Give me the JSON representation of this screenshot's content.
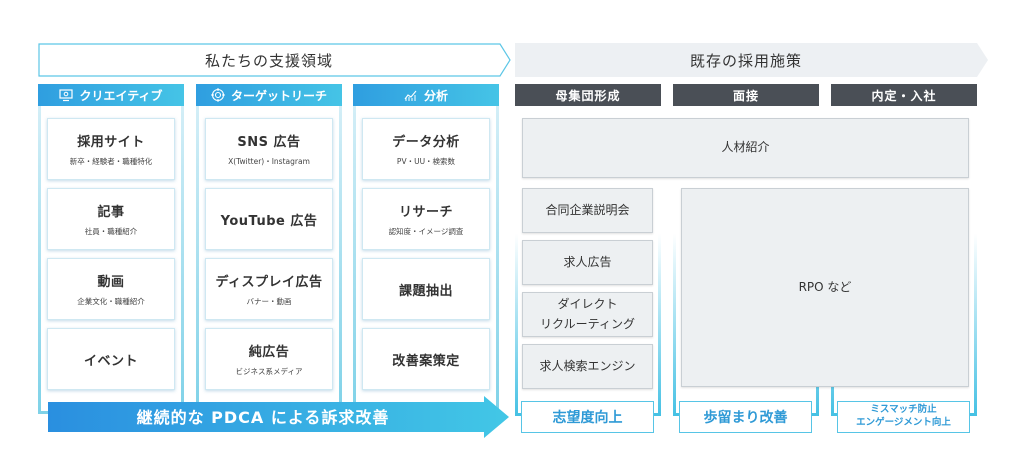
{
  "banners": {
    "left_title": "私たちの支援領域",
    "right_title": "既存の採用施策"
  },
  "columns": [
    {
      "label": "クリエイティブ",
      "icon": "monitor-icon",
      "cards": [
        {
          "title": "採用サイト",
          "sub": "新卒・経験者・職種特化"
        },
        {
          "title": "記事",
          "sub": "社員・職種紹介"
        },
        {
          "title": "動画",
          "sub": "企業文化・職種紹介"
        },
        {
          "title": "イベント",
          "sub": ""
        }
      ]
    },
    {
      "label": "ターゲットリーチ",
      "icon": "target-icon",
      "cards": [
        {
          "title": "SNS 広告",
          "sub": "X(Twitter)・Instagram"
        },
        {
          "title": "YouTube 広告",
          "sub": ""
        },
        {
          "title": "ディスプレイ広告",
          "sub": "バナー・動画"
        },
        {
          "title": "純広告",
          "sub": "ビジネス系メディア"
        }
      ]
    },
    {
      "label": "分析",
      "icon": "chart-icon",
      "cards": [
        {
          "title": "データ分析",
          "sub": "PV・UU・検索数"
        },
        {
          "title": "リサーチ",
          "sub": "認知度・イメージ調査"
        },
        {
          "title": "課題抽出",
          "sub": ""
        },
        {
          "title": "改善案策定",
          "sub": ""
        }
      ]
    }
  ],
  "pdca_label": "継続的な PDCA による訴求改善",
  "phases": [
    {
      "label": "母集団形成",
      "outcome": "志望度向上"
    },
    {
      "label": "面接",
      "outcome": "歩留まり改善"
    },
    {
      "label": "内定・入社",
      "outcome": "ミスマッチ防止\nエンゲージメント向上"
    }
  ],
  "existing": {
    "agency": "人材紹介",
    "items": [
      "合同企業説明会",
      "求人広告",
      "ダイレクト\nリクルーティング",
      "求人検索エンジン"
    ],
    "rpo": "RPO など"
  },
  "colors": {
    "accent_blue": "#2f9ee0",
    "accent_cyan": "#45c4e6",
    "dark_header": "#4a4f56",
    "gray_box": "#edf0f2"
  }
}
